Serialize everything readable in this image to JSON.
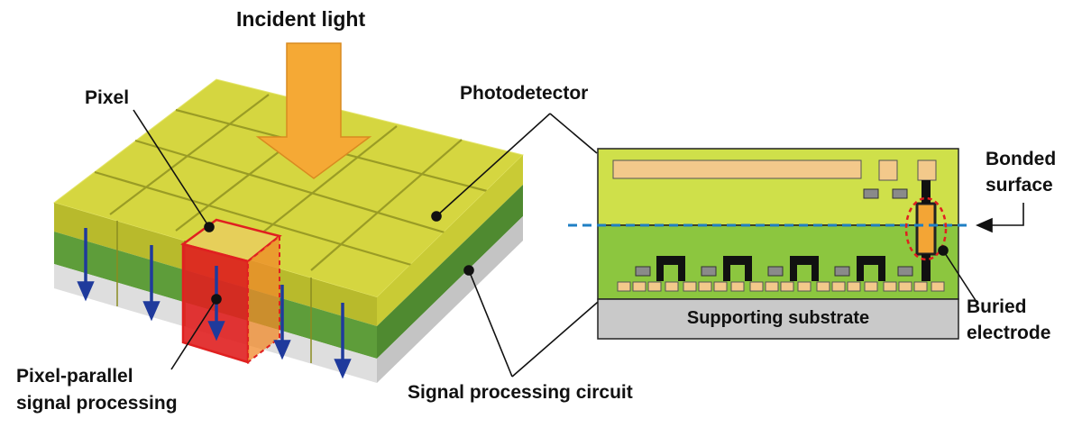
{
  "labels": {
    "incident_light": "Incident light",
    "pixel": "Pixel",
    "photodetector": "Photodetector",
    "bonded_surface_line1": "Bonded",
    "bonded_surface_line2": "surface",
    "buried_electrode_line1": "Buried",
    "buried_electrode_line2": "electrode",
    "supporting_substrate": "Supporting substrate",
    "pixel_parallel_line1": "Pixel-parallel",
    "pixel_parallel_line2": "signal processing",
    "signal_processing_circuit": "Signal processing circuit"
  },
  "colors": {
    "photodetector_layer": "#d2d33c",
    "photodetector_dark": "#aeb12a",
    "circuit_layer": "#5fa03c",
    "substrate_layer": "#dcdcdc",
    "arrow_light": "#f5a935",
    "signal_arrow": "#1f3a9c",
    "highlight_pixel": "#e02020",
    "cross_section_top": "#cfe04a",
    "cross_section_bottom": "#8cc63f",
    "electrode": "#f3c98b",
    "bond_line": "#1f7fc4"
  }
}
